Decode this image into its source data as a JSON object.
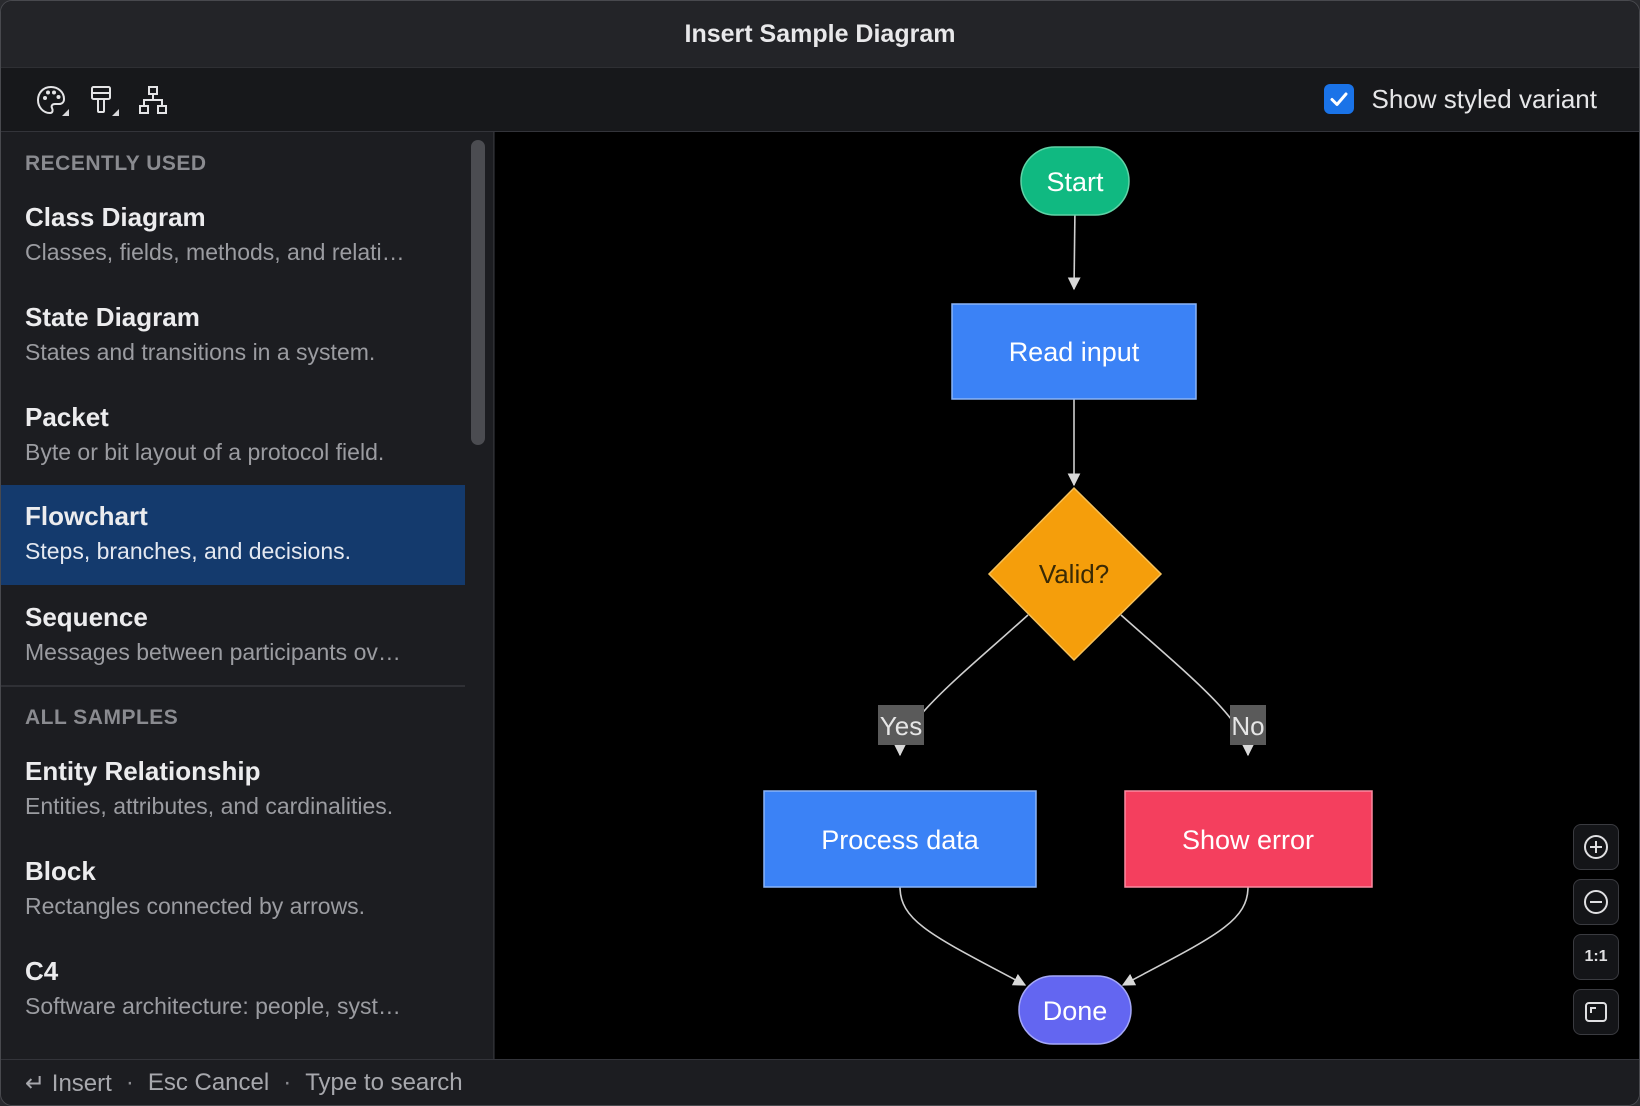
{
  "window": {
    "title": "Insert Sample Diagram"
  },
  "toolbar": {
    "tools": [
      "palette-icon",
      "paint-brush-icon",
      "hierarchy-icon"
    ],
    "variant_checked": true,
    "variant_label": "Show styled variant"
  },
  "sidebar": {
    "recent_heading": "RECENTLY USED",
    "recent": [
      {
        "name": "Class Diagram",
        "desc": "Classes, fields, methods, and relati…"
      },
      {
        "name": "State Diagram",
        "desc": "States and transitions in a system."
      },
      {
        "name": "Packet",
        "desc": "Byte or bit layout of a protocol field."
      },
      {
        "name": "Flowchart",
        "desc": "Steps, branches, and decisions.",
        "selected": true
      },
      {
        "name": "Sequence",
        "desc": "Messages between participants ov…"
      }
    ],
    "all_heading": "ALL SAMPLES",
    "all": [
      {
        "name": "Entity Relationship",
        "desc": "Entities, attributes, and cardinalities."
      },
      {
        "name": "Block",
        "desc": "Rectangles connected by arrows."
      },
      {
        "name": "C4",
        "desc": "Software architecture: people, syst…"
      }
    ]
  },
  "diagram": {
    "nodes": {
      "start": {
        "label": "Start",
        "color": "#10b981"
      },
      "read": {
        "label": "Read input",
        "color": "#3b82f6"
      },
      "valid": {
        "label": "Valid?",
        "color": "#f59e0b"
      },
      "process": {
        "label": "Process data",
        "color": "#3b82f6"
      },
      "error": {
        "label": "Show error",
        "color": "#f43f5e"
      },
      "done": {
        "label": "Done",
        "color": "#6366f1"
      }
    },
    "edge_labels": {
      "yes": "Yes",
      "no": "No"
    }
  },
  "zoom_controls": [
    "zoom-in-icon",
    "zoom-out-icon",
    "1:1",
    "fit-icon"
  ],
  "status": {
    "insert": "↵ Insert",
    "cancel": "Esc Cancel",
    "search": "Type to search",
    "separator": "·"
  }
}
